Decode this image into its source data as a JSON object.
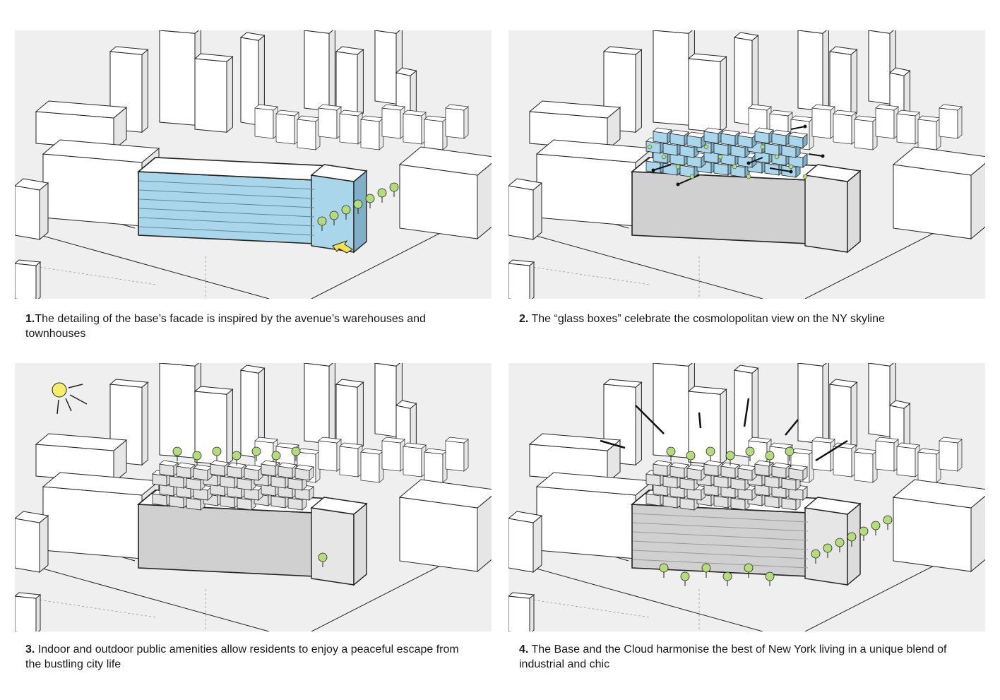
{
  "panels": [
    {
      "number": "1.",
      "caption": "The detailing of the base’s facade is inspired by the avenue’s warehouses and townhouses",
      "variant": "blue-base"
    },
    {
      "number": "2.",
      "caption": " The “glass boxes” celebrate the cosmolopolitan view on the NY skyline",
      "variant": "glass-boxes"
    },
    {
      "number": "3.",
      "caption": " Indoor and outdoor public amenities allow residents to enjoy a peaceful escape from the bustling city life",
      "variant": "amenities"
    },
    {
      "number": "4.",
      "caption": " The Base and the Cloud harmonise the best of New York living in a unique blend of industrial and chic",
      "variant": "combined"
    }
  ],
  "colors": {
    "glass": "#a9d6ea",
    "glass_dark": "#7fb0c8",
    "tree": "#b5dc7a",
    "sun": "#f4ee6a",
    "arrow": "#f2e14a"
  }
}
